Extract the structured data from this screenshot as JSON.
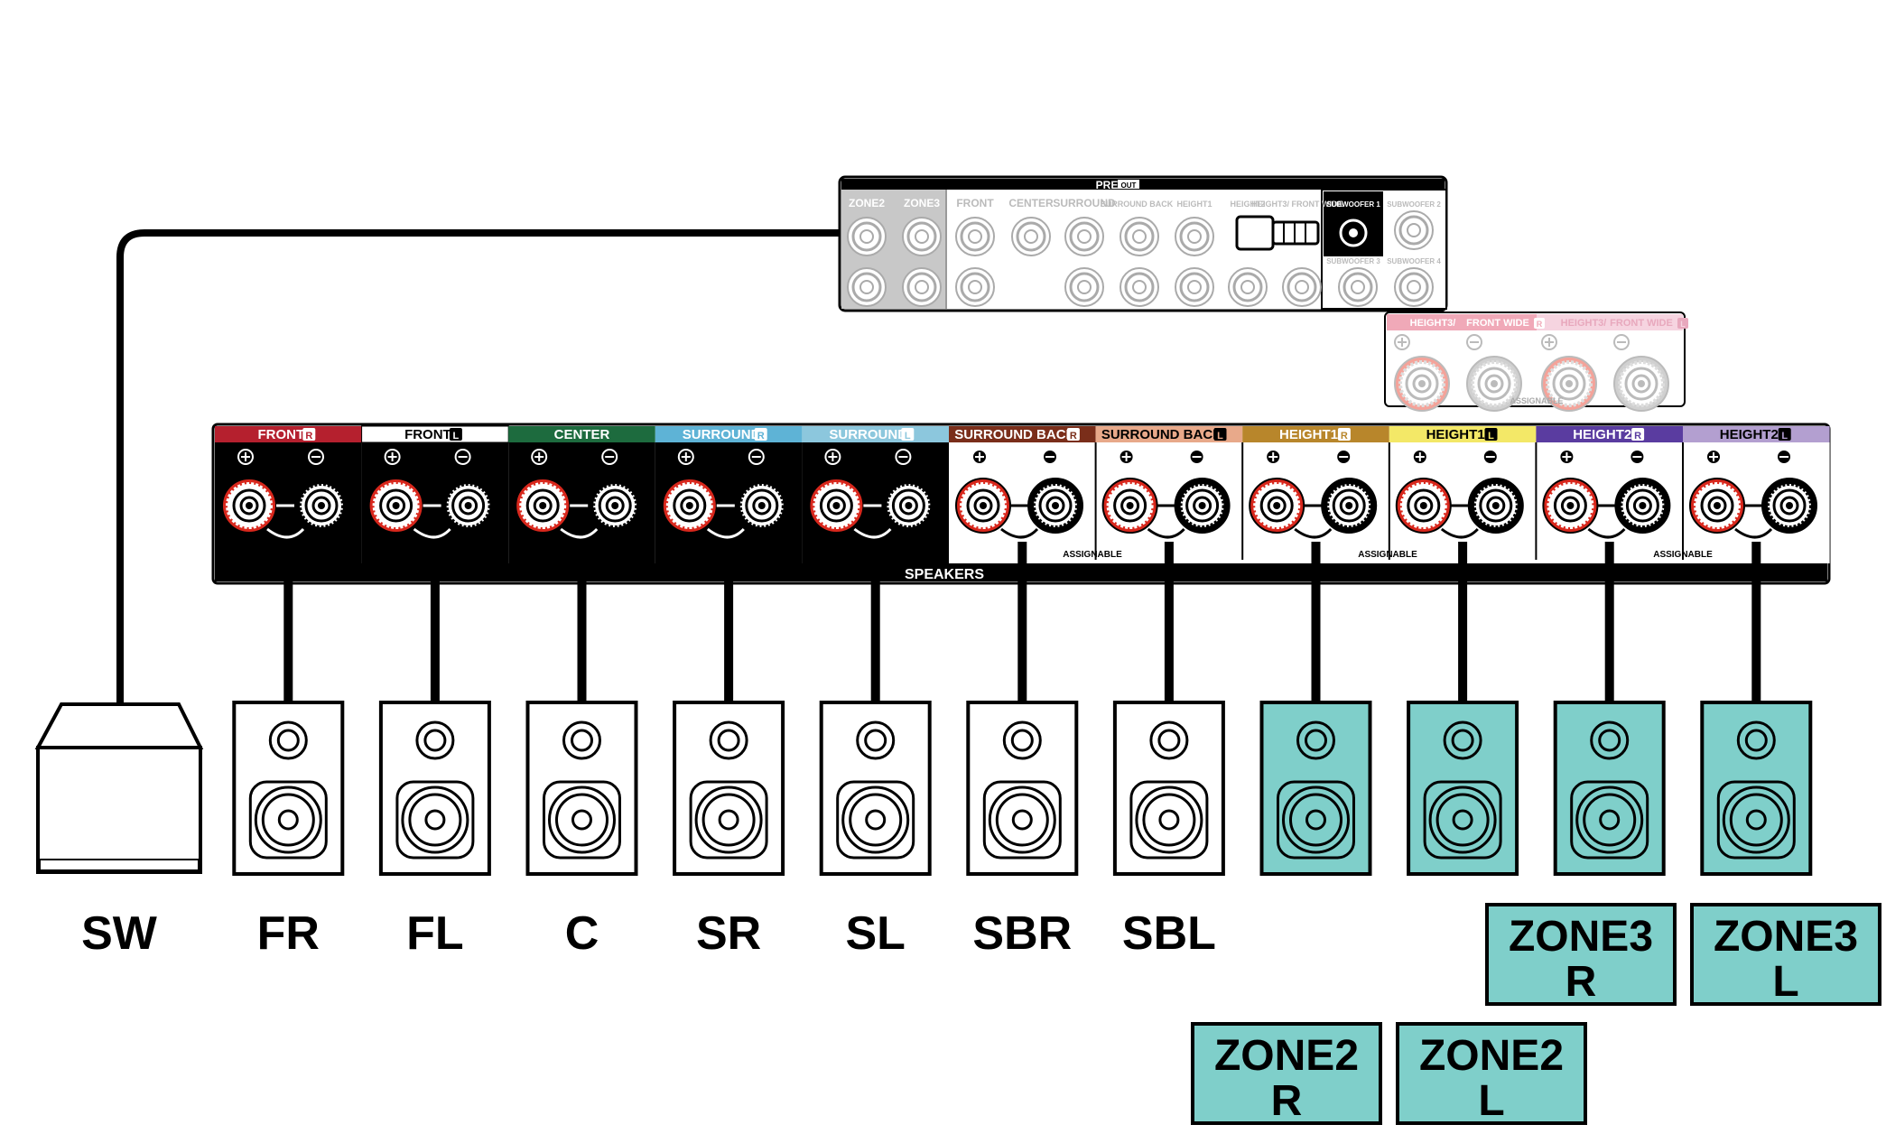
{
  "preout": {
    "title": "PRE",
    "title_badge": "OUT",
    "labels": [
      "ZONE2",
      "ZONE3",
      "FRONT",
      "CENTER",
      "SURROUND",
      "SURROUND BACK",
      "HEIGHT1",
      "HEIGHT2",
      "HEIGHT3/ FRONT WIDE"
    ],
    "subwoofer1": "SUBWOOFER 1",
    "subwoofer2": "SUBWOOFER 2",
    "subwoofer3": "SUBWOOFER 3",
    "subwoofer4": "SUBWOOFER 4"
  },
  "height3": {
    "labels": [
      {
        "text": "HEIGHT3/",
        "badge": ""
      },
      {
        "text": "FRONT WIDE",
        "badge": "R"
      },
      {
        "text": "HEIGHT3/",
        "badge": ""
      },
      {
        "text": "FRONT WIDE",
        "badge": "L"
      }
    ],
    "assignable": "ASSIGNABLE"
  },
  "speakers_panel": {
    "footer": "SPEAKERS",
    "assignable": "ASSIGNABLE",
    "channels": [
      {
        "label": "FRONT",
        "side": "R",
        "color": "#b5202e"
      },
      {
        "label": "FRONT",
        "side": "L",
        "color": "#ffffff"
      },
      {
        "label": "CENTER",
        "side": "",
        "color": "#1d6b3e"
      },
      {
        "label": "SURROUND",
        "side": "R",
        "color": "#5eb3d6"
      },
      {
        "label": "SURROUND",
        "side": "L",
        "color": "#8cc7dd"
      },
      {
        "label": "SURROUND BACK",
        "side": "R",
        "color": "#7a2e1a"
      },
      {
        "label": "SURROUND BACK",
        "side": "L",
        "color": "#e8a98a"
      },
      {
        "label": "HEIGHT1",
        "side": "R",
        "color": "#b8862b"
      },
      {
        "label": "HEIGHT1",
        "side": "L",
        "color": "#f3e867"
      },
      {
        "label": "HEIGHT2",
        "side": "R",
        "color": "#5a3ca0"
      },
      {
        "label": "HEIGHT2",
        "side": "L",
        "color": "#b39fd0"
      }
    ]
  },
  "speakers": [
    {
      "name": "FR",
      "zone": false
    },
    {
      "name": "FL",
      "zone": false
    },
    {
      "name": "C",
      "zone": false
    },
    {
      "name": "SR",
      "zone": false
    },
    {
      "name": "SL",
      "zone": false
    },
    {
      "name": "SBR",
      "zone": false
    },
    {
      "name": "SBL",
      "zone": false
    },
    {
      "name": "",
      "zone": true
    },
    {
      "name": "",
      "zone": true
    },
    {
      "name": "",
      "zone": true
    },
    {
      "name": "",
      "zone": true
    }
  ],
  "subwoofer": {
    "name": "SW"
  },
  "zone_labels": [
    {
      "line1": "ZONE3",
      "line2": "R"
    },
    {
      "line1": "ZONE3",
      "line2": "L"
    },
    {
      "line1": "ZONE2",
      "line2": "R"
    },
    {
      "line1": "ZONE2",
      "line2": "L"
    }
  ],
  "colors": {
    "zone_fill": "#7fcfca",
    "terminal_red": "#d8271c",
    "panel_black": "#000000"
  }
}
